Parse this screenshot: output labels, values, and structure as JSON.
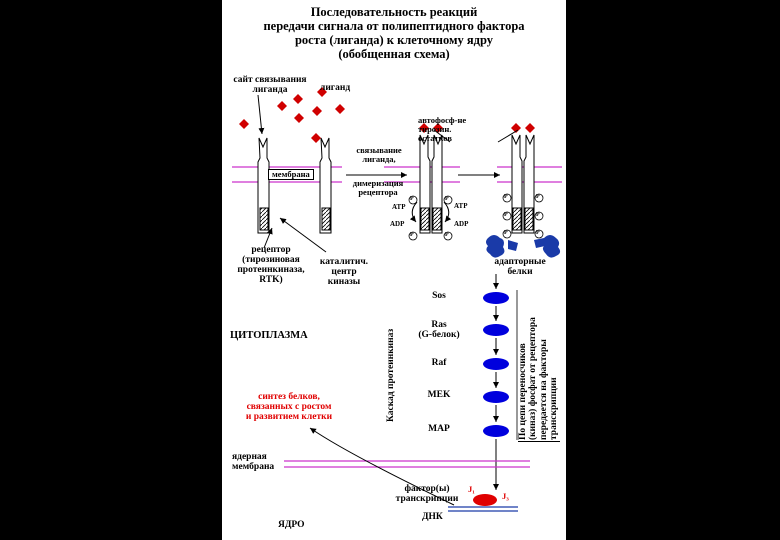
{
  "title_lines": [
    "Последовательность реакций",
    "передачи сигнала от полипептидного фактора",
    "роста (лиганда) к клеточному ядру",
    "(обобщенная схема)"
  ],
  "labels": {
    "binding_site": [
      "сайт связывания",
      "лиганда"
    ],
    "ligand": "лиганд",
    "autophos": [
      "автофосф-не",
      "тирозин.",
      "остатков"
    ],
    "binding_step": [
      "связывание",
      "лиганда,"
    ],
    "membrane": "мембрана",
    "dimerization": [
      "димеризация",
      "рецептора"
    ],
    "receptor": [
      "рецептор",
      "(тирозиновая",
      "протеинкиназа,",
      "RTK)"
    ],
    "catalytic": [
      "каталитич.",
      "центр",
      "киназы"
    ],
    "atp": "ATP",
    "adp": "ADP",
    "phosphate": "P",
    "adaptor": [
      "адапторные",
      "белки"
    ],
    "cytoplasm": "ЦИТОПЛАЗМА",
    "protein_synthesis": [
      "синтез белков,",
      "связанных с ростом",
      "и развитием клетки"
    ],
    "nuclear_membrane": [
      "ядерная",
      "мембрана"
    ],
    "transcription_factors": [
      "фактор(ы)",
      "транскрипции"
    ],
    "j1": "J₁",
    "j3": "J₃",
    "dna": "ДНК",
    "nucleus": "ЯДРО",
    "kinase_cascade": "Каскад протеинкиназ",
    "chain_note": [
      "По цепи переносчиков",
      "(киназ) фосфат от рецептора",
      "передается на факторы",
      "транскрипции"
    ]
  },
  "cascade": [
    {
      "name": "Sos"
    },
    {
      "name": "Ras",
      "sub": "(G-белок)"
    },
    {
      "name": "Raf"
    },
    {
      "name": "MEK"
    },
    {
      "name": "MAP"
    }
  ],
  "colors": {
    "ligand": "#d00000",
    "membrane": "#cc33cc",
    "cascade": "#0000dd",
    "adaptor": "#1a3aa8",
    "synthesis_text": "#e00000"
  }
}
